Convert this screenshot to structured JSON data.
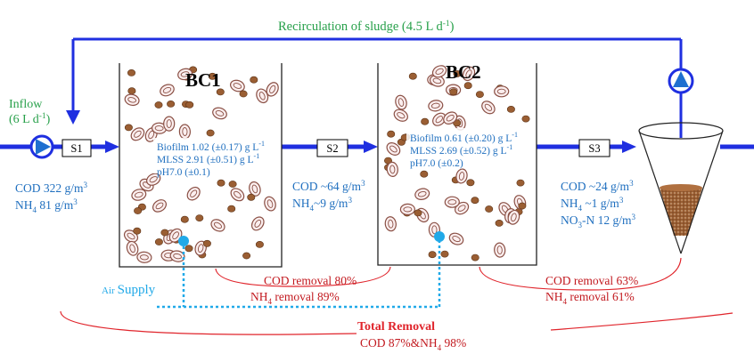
{
  "recirculation": {
    "label": "Recirculation of sludge (4.5 L d",
    "sup": "-1",
    "tail": ")"
  },
  "inflow": {
    "title": "Inflow",
    "rate": "(6 L d",
    "sup": "-1",
    "tail": ")"
  },
  "stations": [
    "S1",
    "S2",
    "S3"
  ],
  "bc1": {
    "title": "BC1",
    "biofilm": "Biofilm 1.02 (±0.17) g L",
    "biofilm_sup": "-1",
    "mlss": "MLSS 2.91 (±0.51) g L",
    "mlss_sup": "-1",
    "ph": "pH7.0 (±0.1)"
  },
  "bc2": {
    "title": "BC2",
    "biofilm": "Biofilm 0.61 (±0.20) g L",
    "biofilm_sup": "-1",
    "mlss": "MLSS 2.69 (±0.52) g L",
    "mlss_sup": "-1",
    "ph": "pH7.0 (±0.2)"
  },
  "influent": {
    "cod": "COD 322 g/m",
    "cod_sup": "3",
    "nh4_a": "NH",
    "nh4_sub": "4",
    "nh4_b": " 81 g/m",
    "nh4_sup": "3"
  },
  "mid": {
    "cod": "COD ~64 g/m",
    "cod_sup": "3",
    "nh4_a": "NH",
    "nh4_sub": "4",
    "nh4_b": "~9 g/m",
    "nh4_sup": "3"
  },
  "effluent": {
    "cod": "COD ~24 g/m",
    "cod_sup": "3",
    "nh4_a": "NH",
    "nh4_sub": "4",
    "nh4_b": " ~1 g/m",
    "nh4_sup": "3",
    "no3_a": "NO",
    "no3_sub": "3",
    "no3_b": "-N 12 g/m",
    "no3_sup": "3"
  },
  "removal1": {
    "cod": "COD removal 80%",
    "nh4_a": "NH",
    "nh4_sub": "4",
    "nh4_b": " removal 89%"
  },
  "removal2": {
    "cod": "COD removal 63%",
    "nh4_a": "NH",
    "nh4_sub": "4",
    "nh4_b": " removal 61%"
  },
  "air": {
    "small": "Air",
    "big": "Supply"
  },
  "total": {
    "title": "Total Removal",
    "a": "COD 87%&NH",
    "sub": "4",
    "b": " 98%"
  },
  "colors": {
    "pipe": "#1f2fe0",
    "text_blue": "#1f6fbf",
    "green": "#27a04a",
    "red": "#e0242b",
    "dark_red": "#c2191f",
    "air": "#21a9e8",
    "carrier_fill": "#9a5e33",
    "carrier_ring": "#8a5045"
  }
}
